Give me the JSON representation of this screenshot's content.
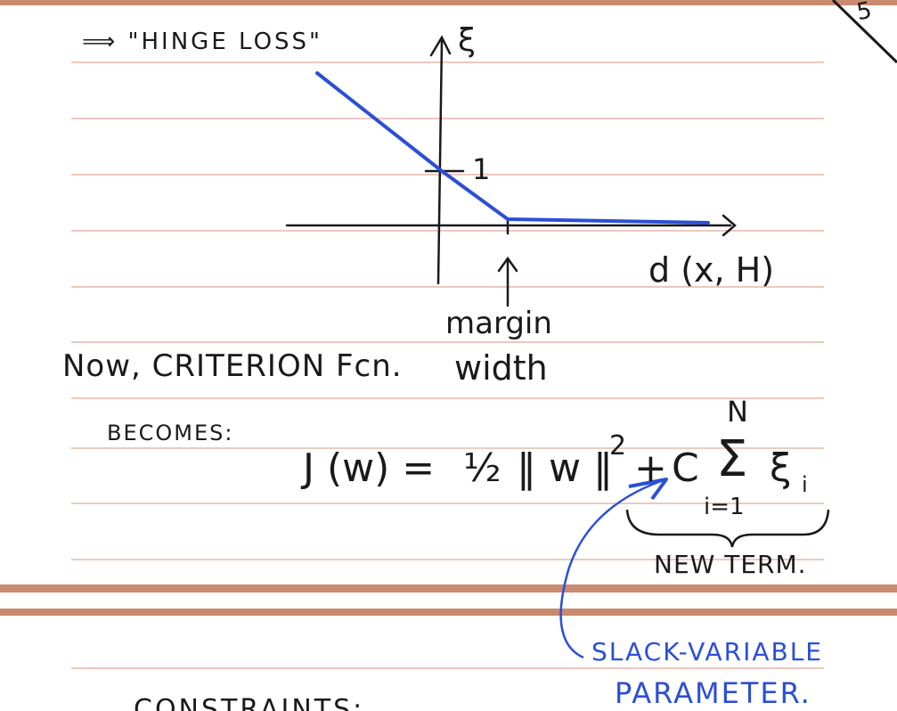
{
  "page_number": "5",
  "hinge_title": "⟹ \"HINGE LOSS\"",
  "graph": {
    "y_axis_label": "ξ",
    "tick_label_one": "1",
    "x_axis_label": "d (x, H)",
    "margin_label_line1": "margin",
    "margin_label_line2": "width"
  },
  "text_lines": {
    "now_line": "Now, CRITERION Fcn.",
    "becomes": "BECOMES:"
  },
  "equation": {
    "lhs": "J (w) =",
    "half": "½",
    "norm": "‖ w ‖",
    "power": "2",
    "plus": "+",
    "C": "C",
    "sigma": "Σ",
    "upper": "N",
    "lower": "i=1",
    "xi": "ξ",
    "sub_i": "i"
  },
  "annotations": {
    "new_term": "NEW TERM.",
    "slack_line1": "SLACK-VARIABLE",
    "slack_line2": "PARAMETER."
  },
  "bottom_partial": "CONSTRAINTS:",
  "colors": {
    "ruling": "#e4a89a",
    "margin_band": "#c98a6d",
    "ink": "#1a1a1a",
    "blue_ink": "#2b4fd6"
  }
}
